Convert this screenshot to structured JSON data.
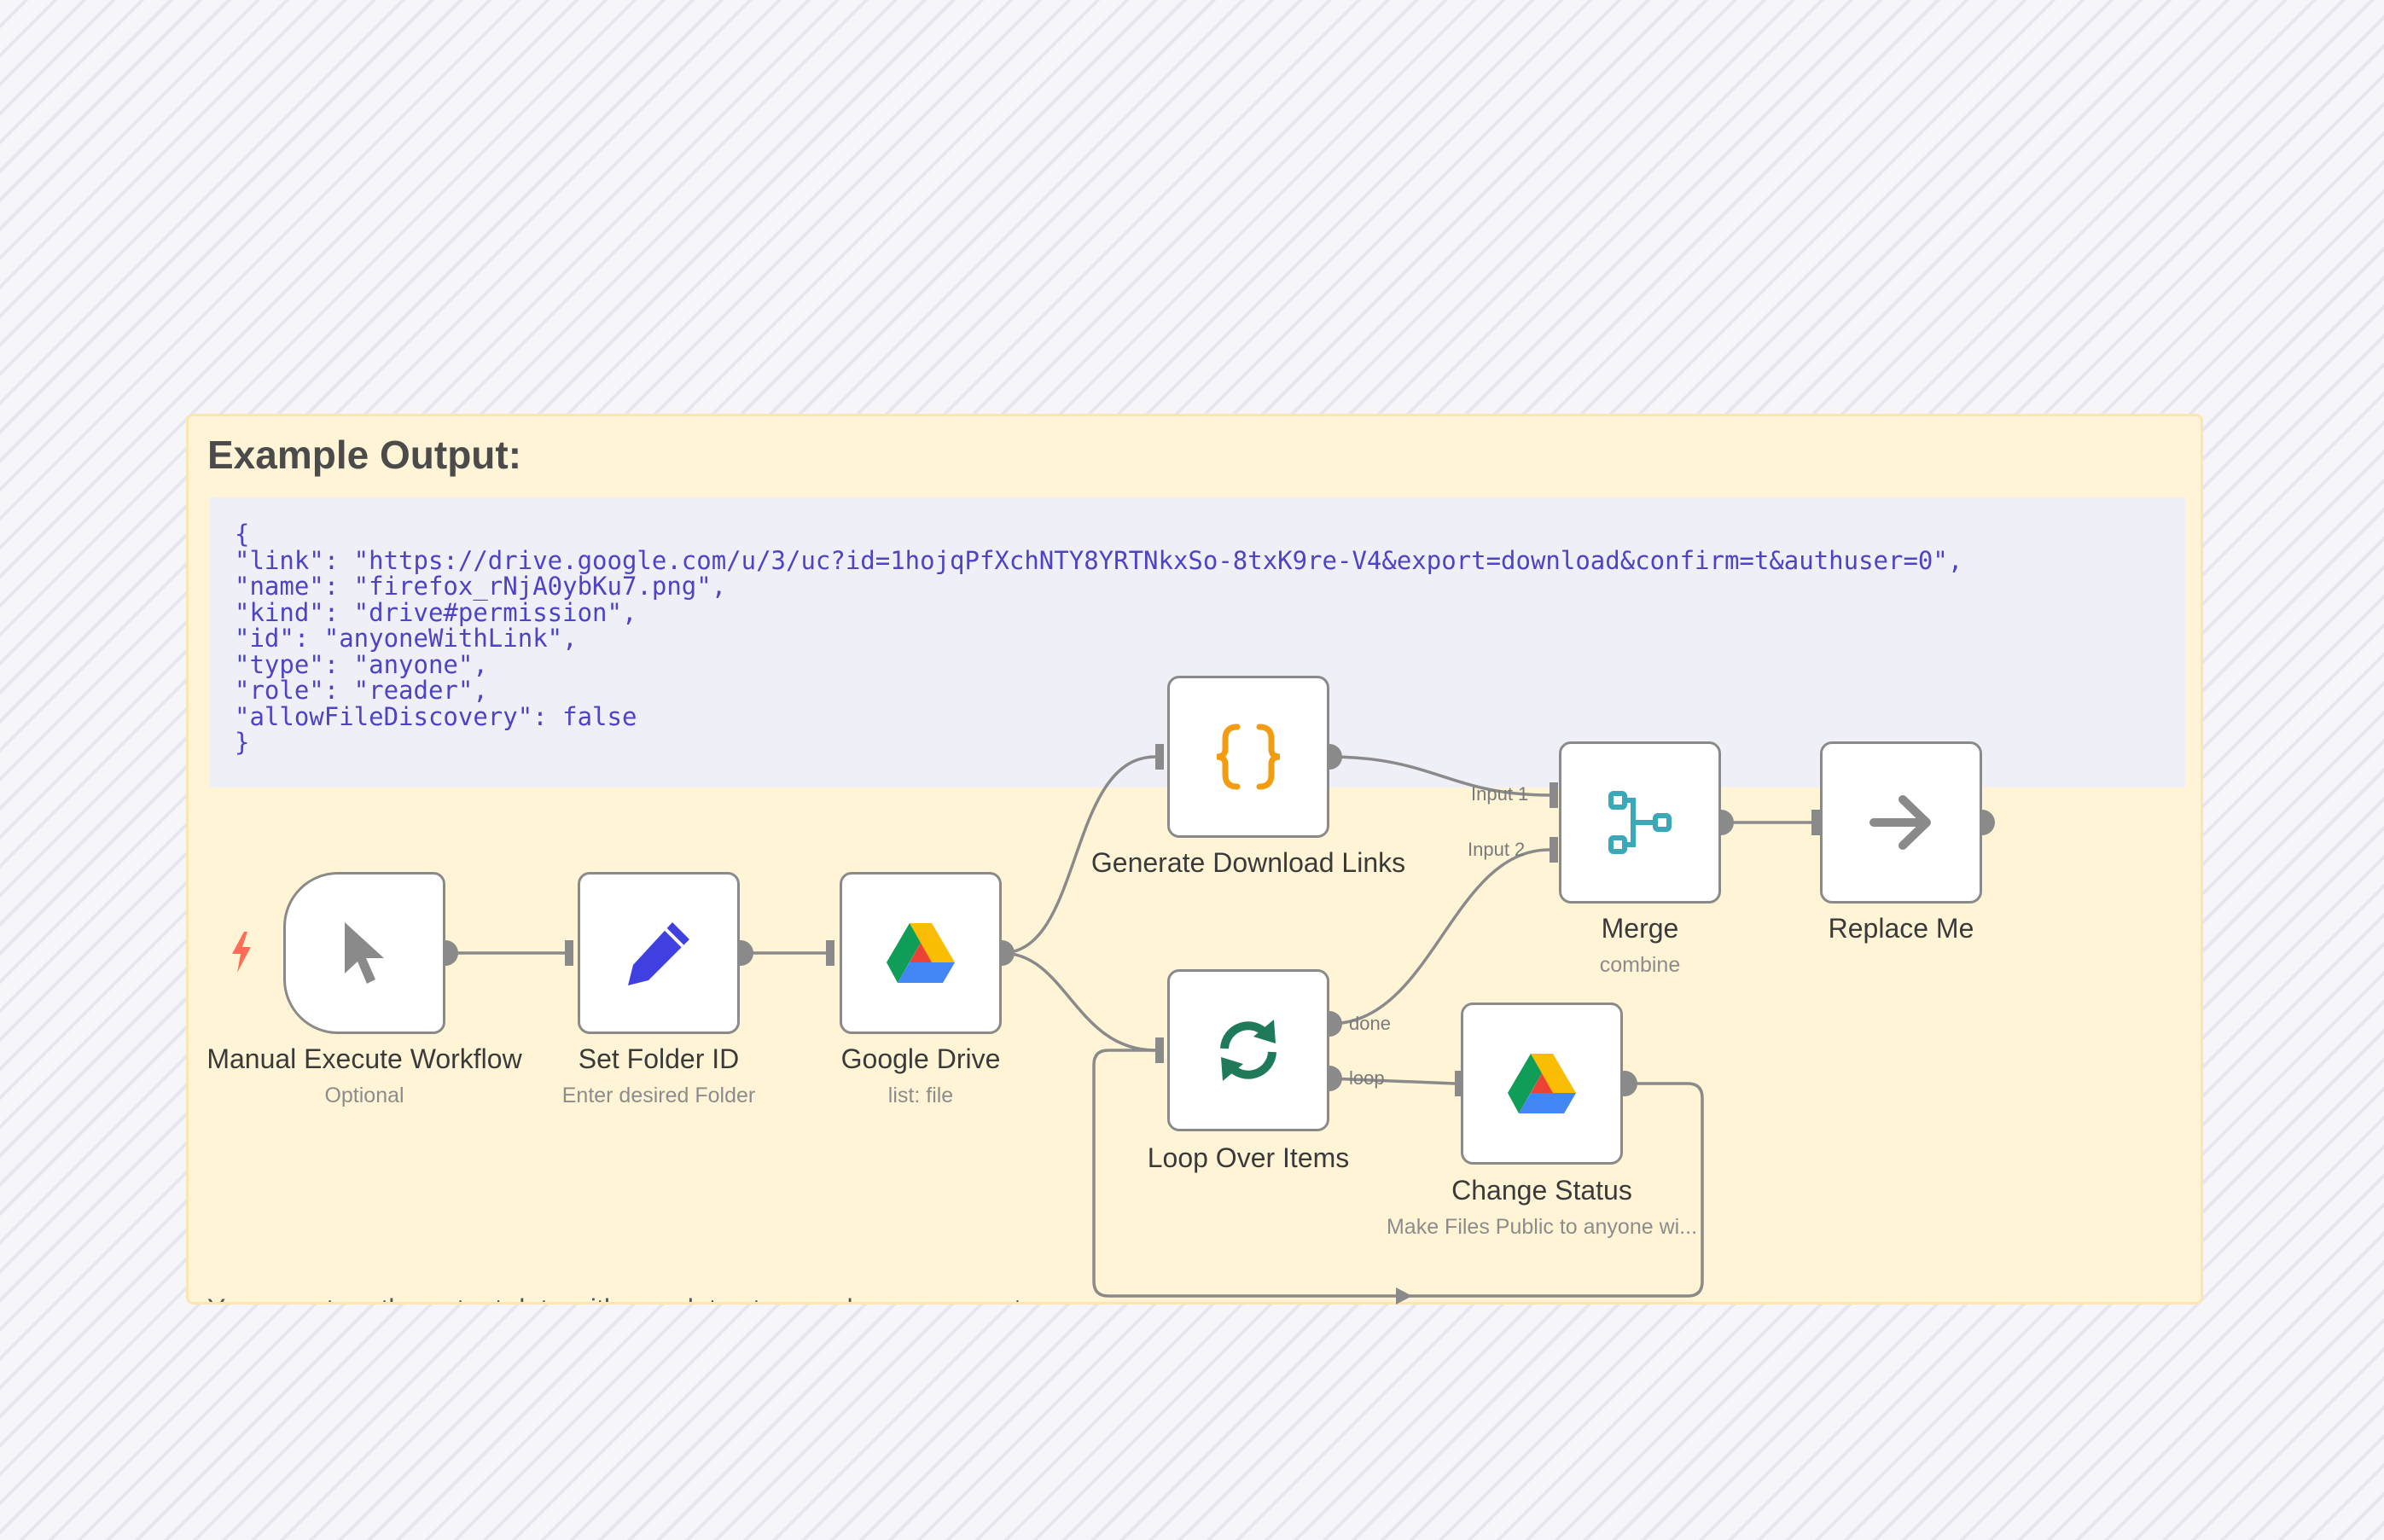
{
  "sticky": {
    "title": "Example Output:",
    "code_lines": [
      "{",
      "\"link\": \"https://drive.google.com/u/3/uc?id=1hojqPfXchNTY8YRTNkxSo-8txK9re-V4&export=download&confirm=t&authuser=0\",",
      "\"name\": \"firefox_rNjA0ybKu7.png\",",
      "\"kind\": \"drive#permission\",",
      "\"id\": \"anyoneWithLink\",",
      "\"type\": \"anyone\",",
      "\"role\": \"reader\",",
      "\"allowFileDiscovery\": false",
      "}"
    ],
    "footer": "You can store the output data with any data store node as you want"
  },
  "nodes": {
    "manual": {
      "label": "Manual Execute Workflow",
      "sub": "Optional",
      "icon": "cursor-icon"
    },
    "set_folder": {
      "label": "Set Folder ID",
      "sub": "Enter desired Folder",
      "icon": "pencil-icon"
    },
    "gdrive": {
      "label": "Google Drive",
      "sub": "list: file",
      "icon": "google-drive-icon"
    },
    "gen_links": {
      "label": "Generate Download Links",
      "icon": "code-braces-icon"
    },
    "loop": {
      "label": "Loop Over Items",
      "icon": "loop-icon"
    },
    "change_status": {
      "label": "Change Status",
      "sub": "Make Files Public to anyone wi...",
      "icon": "google-drive-icon"
    },
    "merge": {
      "label": "Merge",
      "sub": "combine",
      "icon": "merge-icon"
    },
    "replace": {
      "label": "Replace Me",
      "icon": "arrow-right-icon"
    }
  },
  "connections": {
    "input1": "Input 1",
    "input2": "Input 2",
    "done": "done",
    "loop": "loop"
  },
  "colors": {
    "sticky_bg": "#fff5d6",
    "code_text": "#4d43c4",
    "trigger_bolt": "#ff6d5a",
    "set_icon": "#4040e0",
    "code_node_icon": "#f39c12",
    "loop_icon": "#1f7a5a",
    "merge_icon": "#3aa8b8",
    "wire": "#8a8a8a"
  }
}
